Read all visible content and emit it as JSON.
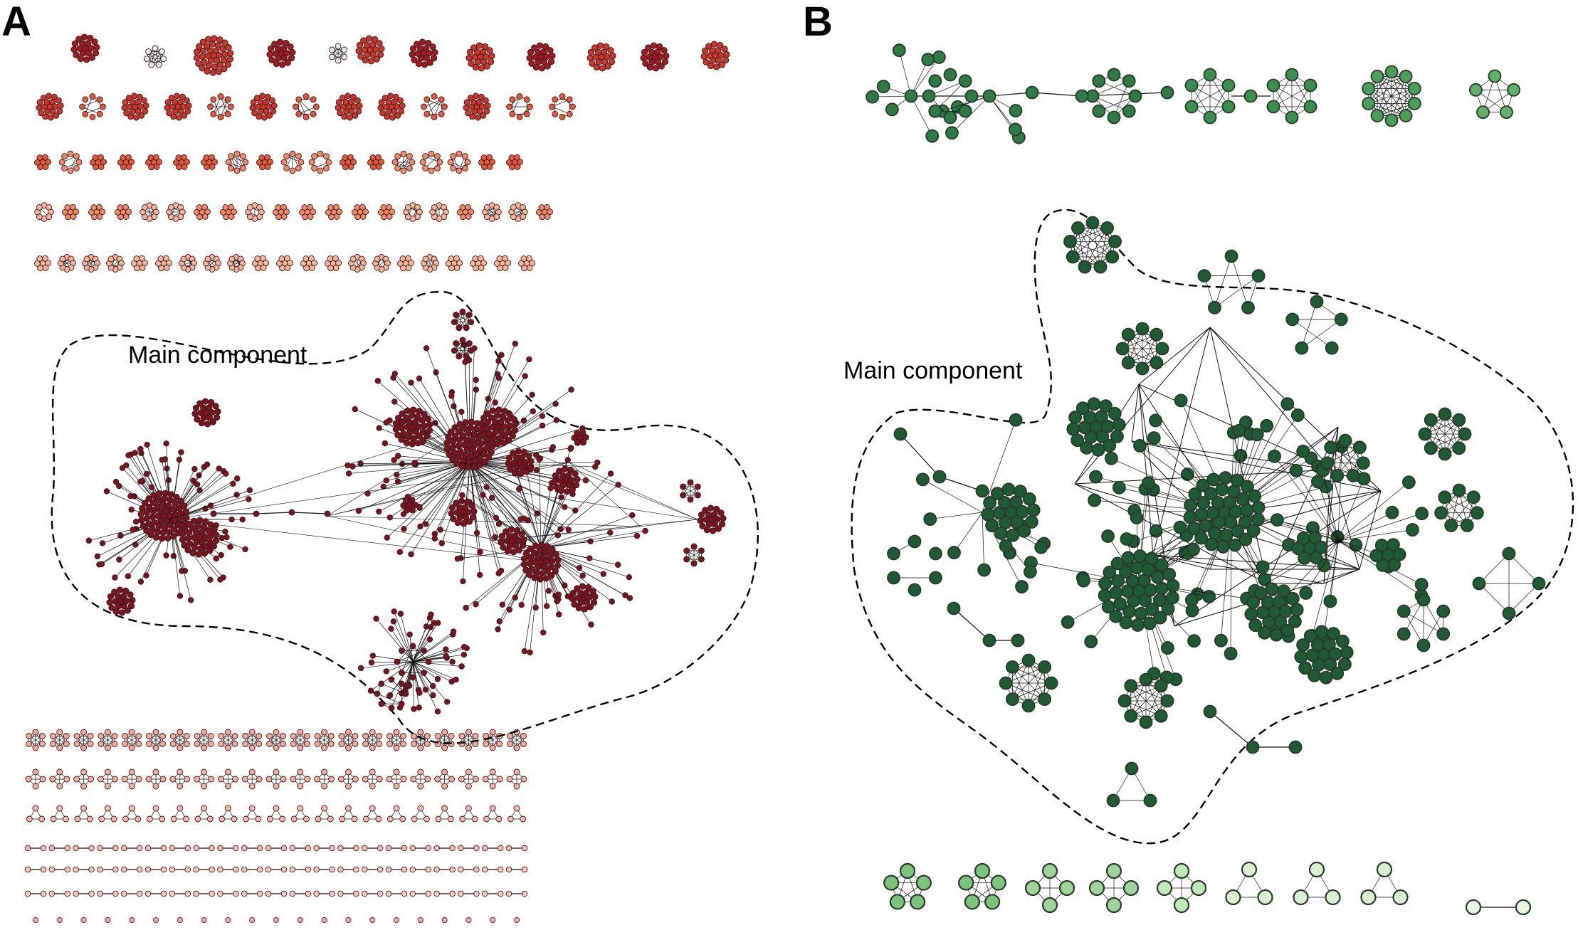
{
  "figure": {
    "panels": [
      {
        "letter": "A",
        "main_label": "Main component",
        "theme": "red",
        "node_stroke": "#3a1a1a",
        "main_color": "#7a1420",
        "top_palette": [
          "#9e1b24",
          "#c9372c",
          "#e2583e",
          "#ee8a6a",
          "#f3b59c"
        ],
        "bottom_palette": [
          "#f2a89a",
          "#f2b0a3",
          "#f4b8ab",
          "#f4bcb0",
          "#f6c4b8",
          "#f6c8bd"
        ]
      },
      {
        "letter": "B",
        "main_label": "Main component",
        "theme": "green",
        "node_stroke": "#2a3a2a",
        "main_color": "#1e5a34",
        "top_palette": [
          "#2d7a44",
          "#3a8f50",
          "#4a9e5a",
          "#5fb06a"
        ],
        "bottom_palette": [
          "#7cc47c",
          "#9ed49a",
          "#c4e6bc",
          "#daf0d2",
          "#e8f6e2"
        ]
      }
    ]
  }
}
